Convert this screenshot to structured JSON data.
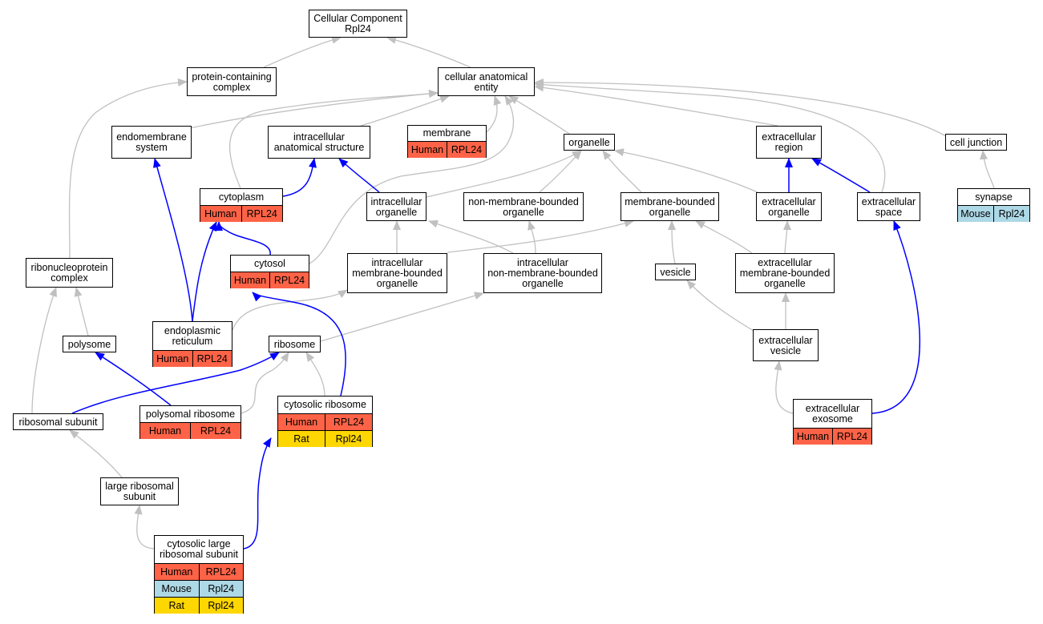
{
  "colors": {
    "human": "#ff6347",
    "mouse": "#add8e6",
    "rat": "#ffd700",
    "is_a_edge": "#c0c0c0",
    "part_of_edge": "#0000ff"
  },
  "nodes": {
    "cellular_component": {
      "label": "Cellular Component\nRpl24",
      "annotations": []
    },
    "protein_containing_complex": {
      "label": "protein-containing\ncomplex",
      "annotations": []
    },
    "cellular_anatomical_entity": {
      "label": "cellular anatomical\nentity",
      "annotations": []
    },
    "endomembrane_system": {
      "label": "endomembrane\nsystem",
      "annotations": []
    },
    "intracellular_anatomical_structure": {
      "label": "intracellular\nanatomical structure",
      "annotations": []
    },
    "membrane": {
      "label": "membrane",
      "annotations": [
        {
          "species": "Human",
          "gene": "RPL24"
        }
      ]
    },
    "organelle": {
      "label": "organelle",
      "annotations": []
    },
    "extracellular_region": {
      "label": "extracellular\nregion",
      "annotations": []
    },
    "cell_junction": {
      "label": "cell junction",
      "annotations": []
    },
    "cytoplasm": {
      "label": "cytoplasm",
      "annotations": [
        {
          "species": "Human",
          "gene": "RPL24"
        }
      ]
    },
    "intracellular_organelle": {
      "label": "intracellular\norganelle",
      "annotations": []
    },
    "non_membrane_bounded_organelle": {
      "label": "non-membrane-bounded\norganelle",
      "annotations": []
    },
    "membrane_bounded_organelle": {
      "label": "membrane-bounded\norganelle",
      "annotations": []
    },
    "extracellular_organelle": {
      "label": "extracellular\norganelle",
      "annotations": []
    },
    "extracellular_space": {
      "label": "extracellular\nspace",
      "annotations": []
    },
    "synapse": {
      "label": "synapse",
      "annotations": [
        {
          "species": "Mouse",
          "gene": "Rpl24"
        }
      ]
    },
    "ribonucleoprotein_complex": {
      "label": "ribonucleoprotein\ncomplex",
      "annotations": []
    },
    "cytosol": {
      "label": "cytosol",
      "annotations": [
        {
          "species": "Human",
          "gene": "RPL24"
        }
      ]
    },
    "intracellular_membrane_bounded_organelle": {
      "label": "intracellular\nmembrane-bounded\norganelle",
      "annotations": []
    },
    "intracellular_non_membrane_bounded_organelle": {
      "label": "intracellular\nnon-membrane-bounded\norganelle",
      "annotations": []
    },
    "vesicle": {
      "label": "vesicle",
      "annotations": []
    },
    "extracellular_membrane_bounded_organelle": {
      "label": "extracellular\nmembrane-bounded\norganelle",
      "annotations": []
    },
    "endoplasmic_reticulum": {
      "label": "endoplasmic\nreticulum",
      "annotations": [
        {
          "species": "Human",
          "gene": "RPL24"
        }
      ]
    },
    "polysome": {
      "label": "polysome",
      "annotations": []
    },
    "ribosome": {
      "label": "ribosome",
      "annotations": []
    },
    "extracellular_vesicle": {
      "label": "extracellular\nvesicle",
      "annotations": []
    },
    "cytosolic_ribosome": {
      "label": "cytosolic ribosome",
      "annotations": [
        {
          "species": "Human",
          "gene": "RPL24"
        },
        {
          "species": "Rat",
          "gene": "Rpl24"
        }
      ]
    },
    "polysomal_ribosome": {
      "label": "polysomal ribosome",
      "annotations": [
        {
          "species": "Human",
          "gene": "RPL24"
        }
      ]
    },
    "ribosomal_subunit": {
      "label": "ribosomal subunit",
      "annotations": []
    },
    "extracellular_exosome": {
      "label": "extracellular\nexosome",
      "annotations": [
        {
          "species": "Human",
          "gene": "RPL24"
        }
      ]
    },
    "large_ribosomal_subunit": {
      "label": "large ribosomal\nsubunit",
      "annotations": []
    },
    "cytosolic_large_ribosomal_subunit": {
      "label": "cytosolic large\nribosomal subunit",
      "annotations": [
        {
          "species": "Human",
          "gene": "RPL24"
        },
        {
          "species": "Mouse",
          "gene": "Rpl24"
        },
        {
          "species": "Rat",
          "gene": "Rpl24"
        }
      ]
    }
  },
  "edges": [
    {
      "from": "protein_containing_complex",
      "to": "cellular_component",
      "type": "is_a"
    },
    {
      "from": "cellular_anatomical_entity",
      "to": "cellular_component",
      "type": "is_a"
    },
    {
      "from": "endomembrane_system",
      "to": "cellular_anatomical_entity",
      "type": "is_a"
    },
    {
      "from": "intracellular_anatomical_structure",
      "to": "cellular_anatomical_entity",
      "type": "is_a"
    },
    {
      "from": "membrane",
      "to": "cellular_anatomical_entity",
      "type": "is_a"
    },
    {
      "from": "organelle",
      "to": "cellular_anatomical_entity",
      "type": "is_a"
    },
    {
      "from": "extracellular_region",
      "to": "cellular_anatomical_entity",
      "type": "is_a"
    },
    {
      "from": "cell_junction",
      "to": "cellular_anatomical_entity",
      "type": "is_a"
    },
    {
      "from": "cytoplasm",
      "to": "cellular_anatomical_entity",
      "type": "is_a"
    },
    {
      "from": "cytosol",
      "to": "cellular_anatomical_entity",
      "type": "is_a"
    },
    {
      "from": "extracellular_space",
      "to": "cellular_anatomical_entity",
      "type": "is_a"
    },
    {
      "from": "cytoplasm",
      "to": "intracellular_anatomical_structure",
      "type": "part_of"
    },
    {
      "from": "intracellular_organelle",
      "to": "intracellular_anatomical_structure",
      "type": "part_of"
    },
    {
      "from": "intracellular_organelle",
      "to": "organelle",
      "type": "is_a"
    },
    {
      "from": "non_membrane_bounded_organelle",
      "to": "organelle",
      "type": "is_a"
    },
    {
      "from": "membrane_bounded_organelle",
      "to": "organelle",
      "type": "is_a"
    },
    {
      "from": "extracellular_organelle",
      "to": "organelle",
      "type": "is_a"
    },
    {
      "from": "extracellular_organelle",
      "to": "extracellular_region",
      "type": "part_of"
    },
    {
      "from": "extracellular_space",
      "to": "extracellular_region",
      "type": "part_of"
    },
    {
      "from": "synapse",
      "to": "cell_junction",
      "type": "is_a"
    },
    {
      "from": "ribonucleoprotein_complex",
      "to": "protein_containing_complex",
      "type": "is_a"
    },
    {
      "from": "cytosol",
      "to": "cytoplasm",
      "type": "part_of"
    },
    {
      "from": "endoplasmic_reticulum",
      "to": "cytoplasm",
      "type": "part_of"
    },
    {
      "from": "endoplasmic_reticulum",
      "to": "endomembrane_system",
      "type": "part_of"
    },
    {
      "from": "intracellular_membrane_bounded_organelle",
      "to": "intracellular_organelle",
      "type": "is_a"
    },
    {
      "from": "intracellular_membrane_bounded_organelle",
      "to": "membrane_bounded_organelle",
      "type": "is_a"
    },
    {
      "from": "intracellular_non_membrane_bounded_organelle",
      "to": "intracellular_organelle",
      "type": "is_a"
    },
    {
      "from": "intracellular_non_membrane_bounded_organelle",
      "to": "non_membrane_bounded_organelle",
      "type": "is_a"
    },
    {
      "from": "vesicle",
      "to": "membrane_bounded_organelle",
      "type": "is_a"
    },
    {
      "from": "extracellular_membrane_bounded_organelle",
      "to": "membrane_bounded_organelle",
      "type": "is_a"
    },
    {
      "from": "extracellular_membrane_bounded_organelle",
      "to": "extracellular_organelle",
      "type": "is_a"
    },
    {
      "from": "endoplasmic_reticulum",
      "to": "intracellular_membrane_bounded_organelle",
      "type": "is_a"
    },
    {
      "from": "ribosome",
      "to": "intracellular_non_membrane_bounded_organelle",
      "type": "is_a"
    },
    {
      "from": "extracellular_vesicle",
      "to": "vesicle",
      "type": "is_a"
    },
    {
      "from": "extracellular_vesicle",
      "to": "extracellular_membrane_bounded_organelle",
      "type": "is_a"
    },
    {
      "from": "extracellular_exosome",
      "to": "extracellular_vesicle",
      "type": "is_a"
    },
    {
      "from": "extracellular_exosome",
      "to": "extracellular_space",
      "type": "part_of"
    },
    {
      "from": "polysome",
      "to": "ribonucleoprotein_complex",
      "type": "is_a"
    },
    {
      "from": "ribosomal_subunit",
      "to": "ribonucleoprotein_complex",
      "type": "is_a"
    },
    {
      "from": "cytosolic_ribosome",
      "to": "ribosome",
      "type": "is_a"
    },
    {
      "from": "cytosolic_ribosome",
      "to": "cytosol",
      "type": "part_of"
    },
    {
      "from": "polysomal_ribosome",
      "to": "ribosome",
      "type": "is_a"
    },
    {
      "from": "polysomal_ribosome",
      "to": "polysome",
      "type": "part_of"
    },
    {
      "from": "ribosomal_subunit",
      "to": "ribosome",
      "type": "part_of"
    },
    {
      "from": "large_ribosomal_subunit",
      "to": "ribosomal_subunit",
      "type": "is_a"
    },
    {
      "from": "cytosolic_large_ribosomal_subunit",
      "to": "large_ribosomal_subunit",
      "type": "is_a"
    },
    {
      "from": "cytosolic_large_ribosomal_subunit",
      "to": "cytosolic_ribosome",
      "type": "part_of"
    }
  ]
}
